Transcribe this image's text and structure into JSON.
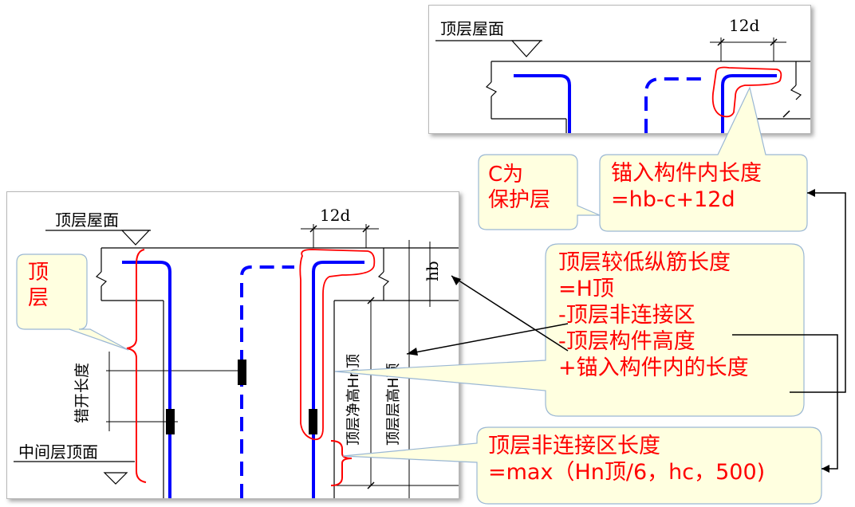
{
  "main_panel": {
    "roof_label": "顶层屋面",
    "mid_top_label": "中间层顶面",
    "dim_12d": "12d",
    "hb_label": "hb",
    "stagger_label": "错开长度",
    "clear_height_label": "顶层净高Hn顶",
    "floor_height_label": "顶层层高H顶",
    "callout_top_floor": [
      "顶",
      "层"
    ]
  },
  "top_panel": {
    "roof_label": "顶层屋面",
    "dim_12d": "12d"
  },
  "callouts": {
    "c_cover": [
      "C为",
      "保护层"
    ],
    "anchor_length": [
      "锚入构件内长度",
      "=hb-c+12d"
    ],
    "formula": [
      "顶层较低纵筋长度",
      "=H顶",
      "-顶层非连接区",
      "-顶层构件高度",
      "+锚入构件内的长度"
    ],
    "non_connection": [
      "顶层非连接区长度",
      "=max（Hn顶/6，hc，500)"
    ]
  },
  "colors": {
    "rebar": "#0000ff",
    "highlight": "#ff0000",
    "callout_fill": "#ffffe0",
    "callout_border": "#9ab7d4",
    "line": "#000000"
  }
}
